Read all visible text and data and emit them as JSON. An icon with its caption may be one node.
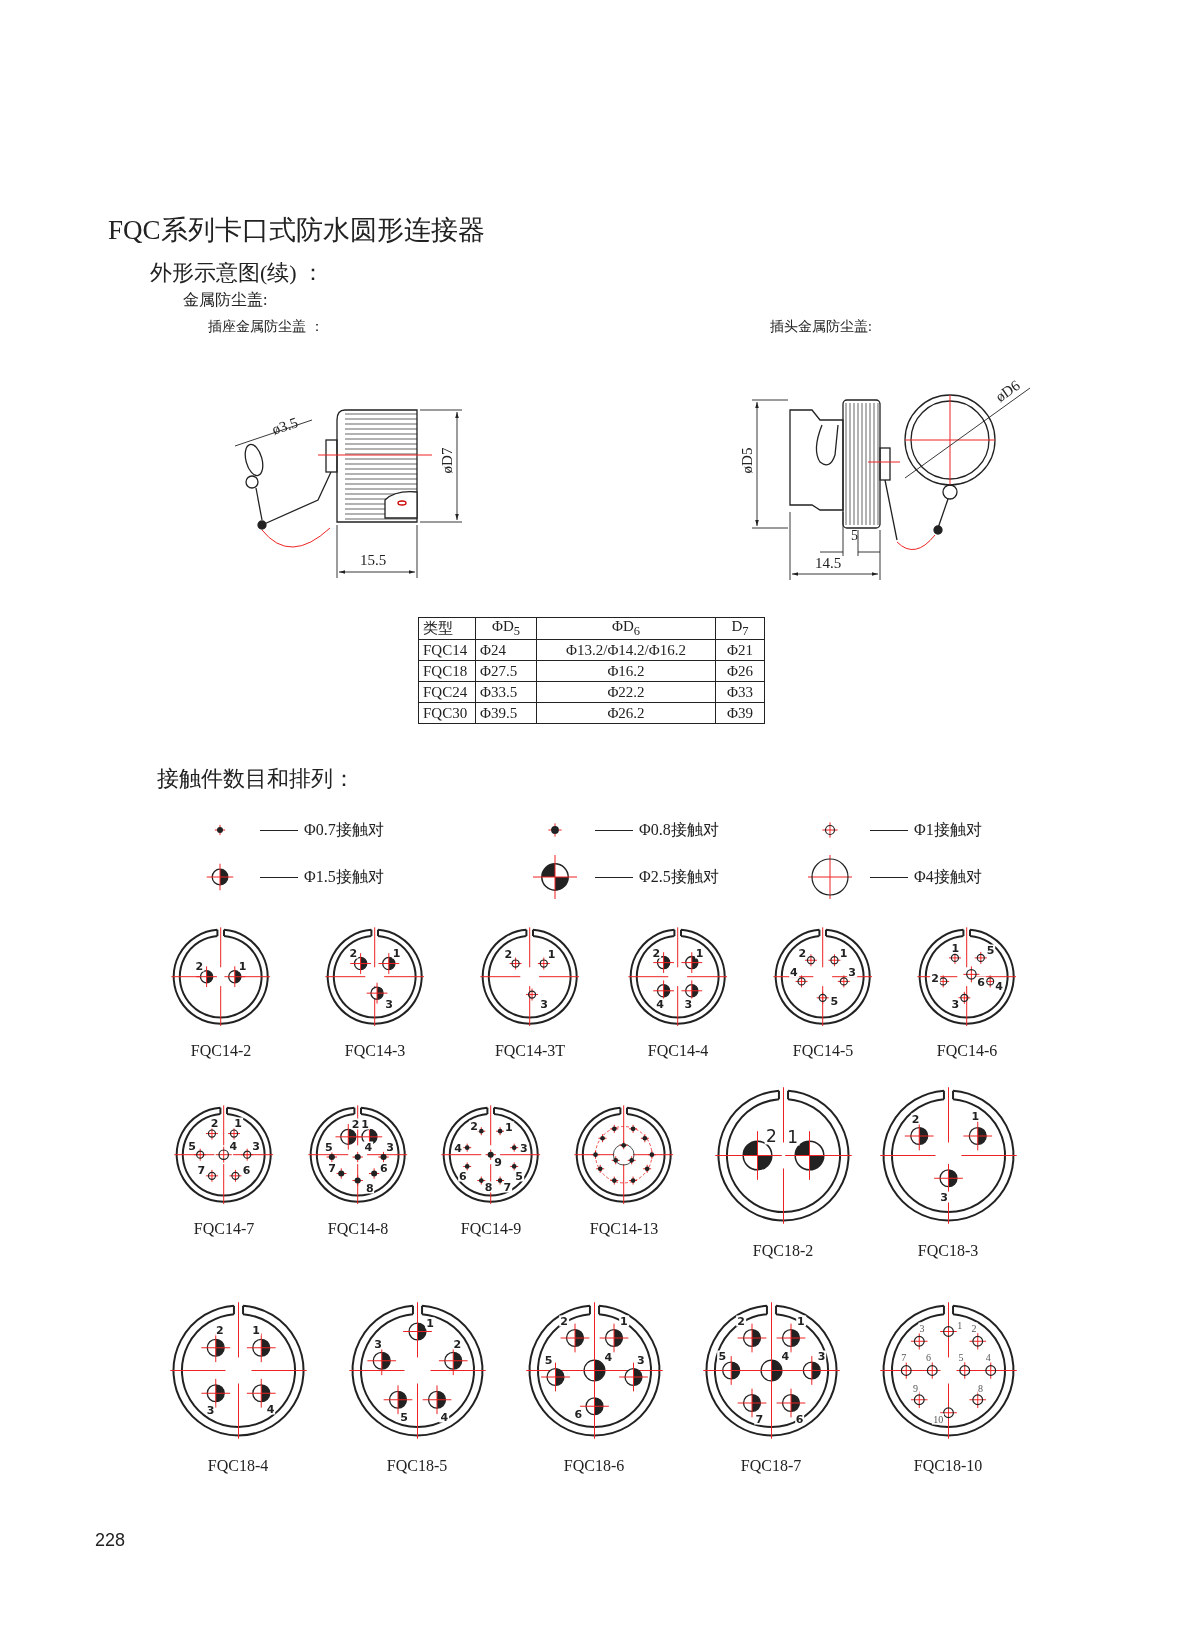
{
  "diagram": {
    "title": "FQC系列卡口式防水圆形连接器",
    "nodes": [
      {
        "text": [
          "2",
          "1"
        ],
        "beside": [
          "FQC14-2"
        ]
      },
      {
        "text": [
          "2",
          "1",
          "3"
        ],
        "beside": [
          "FQC14-3"
        ]
      },
      {
        "text": [
          "2",
          "1",
          "3"
        ],
        "beside": [
          "FQC14-3T"
        ]
      },
      {
        "text": [
          "2",
          "1",
          "4",
          "3"
        ],
        "beside": [
          "FQC14-4"
        ]
      },
      {
        "text": [
          "2",
          "1",
          "4",
          "3",
          "5"
        ],
        "beside": [
          "FQC14-5"
        ]
      },
      {
        "text": [
          "1",
          "5",
          "2",
          "6",
          "4",
          "3"
        ],
        "beside": [
          "FQC14-6"
        ]
      },
      {
        "text": [
          "2",
          "1",
          "5",
          "4",
          "3",
          "7",
          "6"
        ],
        "beside": [
          "FQC14-7"
        ]
      },
      {
        "text": [
          "2",
          "1",
          "5",
          "4",
          "3",
          "7",
          "6",
          "8"
        ],
        "beside": [
          "FQC14-8"
        ]
      },
      {
        "text": [
          "2",
          "1",
          "4",
          "3",
          "9",
          "6",
          "5",
          "8",
          "7"
        ],
        "beside": [
          "FQC14-9"
        ]
      },
      {
        "text": [],
        "shape": "circle",
        "beside": [
          "FQC14-13"
        ]
      },
      {
        "text": [
          "2",
          "1"
        ],
        "beside": [
          "FQC18-2"
        ]
      },
      {
        "text": [
          "2",
          "1",
          "3"
        ],
        "beside": [
          "FQC18-3"
        ]
      },
      {
        "text": [
          "2",
          "1",
          "3",
          "4"
        ],
        "beside": [
          "FQC18-4"
        ]
      },
      {
        "text": [
          "1",
          "3",
          "2",
          "5",
          "4"
        ],
        "beside": [
          "FQC18-5"
        ]
      },
      {
        "text": [
          "2",
          "1",
          "5",
          "4",
          "3",
          "6"
        ],
        "beside": [
          "FQC18-6"
        ]
      },
      {
        "text": [
          "2",
          "1",
          "5",
          "4",
          "3",
          "7",
          "6"
        ],
        "beside": [
          "FQC18-7"
        ]
      },
      {
        "text": [
          "1",
          "3",
          "2",
          "7",
          "6",
          "5",
          "4",
          "9",
          "8",
          "10"
        ],
        "beside": [
          "FQC18-10"
        ]
      }
    ],
    "labels": [
      "外形示意图(续) ：",
      "金属防尘盖:",
      "插座金属防尘盖 ：",
      "插头金属防尘盖:",
      "ø3.5",
      "øD7",
      "15.5",
      "øD5",
      "øD6",
      "14.5",
      "5",
      "类型",
      "ΦD$_{5}$",
      "ΦD$_{6}$",
      "D$_{7}$",
      "FQC14",
      "Φ24",
      "Φ13.2/Φ14.2/Φ16.2",
      "Φ21",
      "FQC18",
      "Φ27.5",
      "Φ16.2",
      "Φ26",
      "FQC24",
      "Φ33.5",
      "Φ22.2",
      "Φ33",
      "FQC30",
      "Φ39.5",
      "Φ26.2",
      "Φ39",
      "接触件数目和排列：",
      "228"
    ],
    "legend": [
      {
        "text": "Φ0.7接触对"
      },
      {
        "text": "Φ0.8接触对"
      },
      {
        "text": "Φ1接触对"
      },
      {
        "text": "Φ1.5接触对"
      },
      {
        "text": "Φ2.5接触对"
      },
      {
        "text": "Φ4接触对"
      }
    ]
  }
}
